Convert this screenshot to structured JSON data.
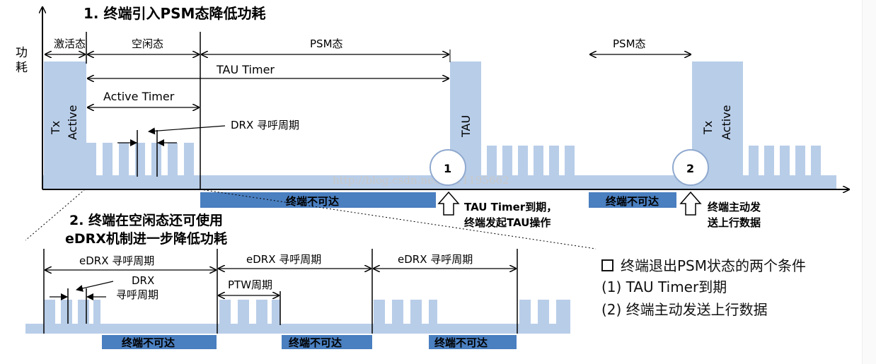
{
  "colors": {
    "block": "#b8cde8",
    "unreach": "#4a7fc0",
    "baseline": "#b8cde8",
    "axis": "#000000"
  },
  "section1": {
    "title": "1. 终端引入PSM态降低功耗",
    "y_axis_label_line1": "功",
    "y_axis_label_line2": "耗",
    "state_active": "激活态",
    "state_idle": "空闲态",
    "state_psm": "PSM态",
    "state_psm2": "PSM态",
    "tau_timer": "TAU Timer",
    "active_timer": "Active Timer",
    "drx_cycle": "DRX 寻呼周期",
    "tx_active_1_line1": "Tx",
    "tx_active_1_line2": "Active",
    "tau_block": "TAU",
    "tx_active_2_line1": "Tx",
    "tx_active_2_line2": "Active",
    "marker1": "1",
    "marker2": "2",
    "unreachable_1": "终端不可达",
    "unreachable_2": "终端不可达",
    "tau_expiry_line1": "TAU Timer到期，",
    "tau_expiry_line2": "终端发起TAU操作",
    "uplink_line1": "终端主动发",
    "uplink_line2": "送上行数据",
    "watermark": "http://blog.csdn.net/u011195662"
  },
  "section2": {
    "title_line1": "2. 终端在空闲态还可使用",
    "title_line2": "eDRX机制进一步降低功耗",
    "edrx_cycle_1": "eDRX 寻呼周期",
    "edrx_cycle_2": "eDRX 寻呼周期",
    "edrx_cycle_3": "eDRX 寻呼周期",
    "drx_line1": "DRX",
    "drx_line2": "寻呼周期",
    "ptw_cycle": "PTW周期",
    "unreachable_1": "终端不可达",
    "unreachable_2": "终端不可达",
    "unreachable_3": "终端不可达"
  },
  "conditions": {
    "heading": "终端退出PSM状态的两个条件",
    "item1": "(1) TAU Timer到期",
    "item2": "(2) 终端主动发送上行数据"
  }
}
